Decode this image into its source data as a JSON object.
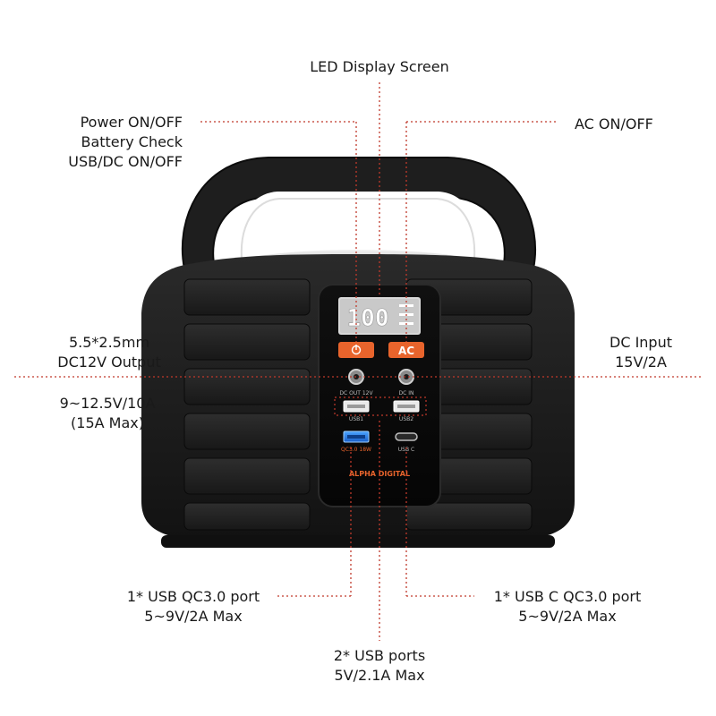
{
  "labels": {
    "led_display": "LED Display Screen",
    "power_onoff": [
      "Power ON/OFF",
      "Battery Check",
      "USB/DC ON/OFF"
    ],
    "ac_onoff": "AC ON/OFF",
    "dc_output": [
      "5.5*2.5mm",
      "DC12V Output"
    ],
    "dc_output_power": [
      "9~12.5V/10A",
      "(15A Max)"
    ],
    "dc_input": [
      "DC Input",
      "15V/2A"
    ],
    "usb_qc_port": [
      "1* USB QC3.0 port",
      "5~9V/2A Max"
    ],
    "usb_c_port": [
      "1* USB C QC3.0 port",
      "5~9V/2A Max"
    ],
    "usb_ports": [
      "2* USB ports",
      "5V/2.1A Max"
    ]
  },
  "panel": {
    "lcd_reading": "100",
    "ac_button": "AC",
    "dc_out_label": "DC OUT 12V",
    "dc_in_label": "DC IN",
    "usb1_label": "USB1",
    "usb2_label": "USB2",
    "qc_label": "QC3.0 18W",
    "usbc_label": "USB C",
    "brand": "ALPHA DIGITAL"
  },
  "colors": {
    "accent": "#e8642c",
    "leader": "#c0392b",
    "body": "#1c1c1c",
    "handle_silver": "#c8c8c8"
  }
}
